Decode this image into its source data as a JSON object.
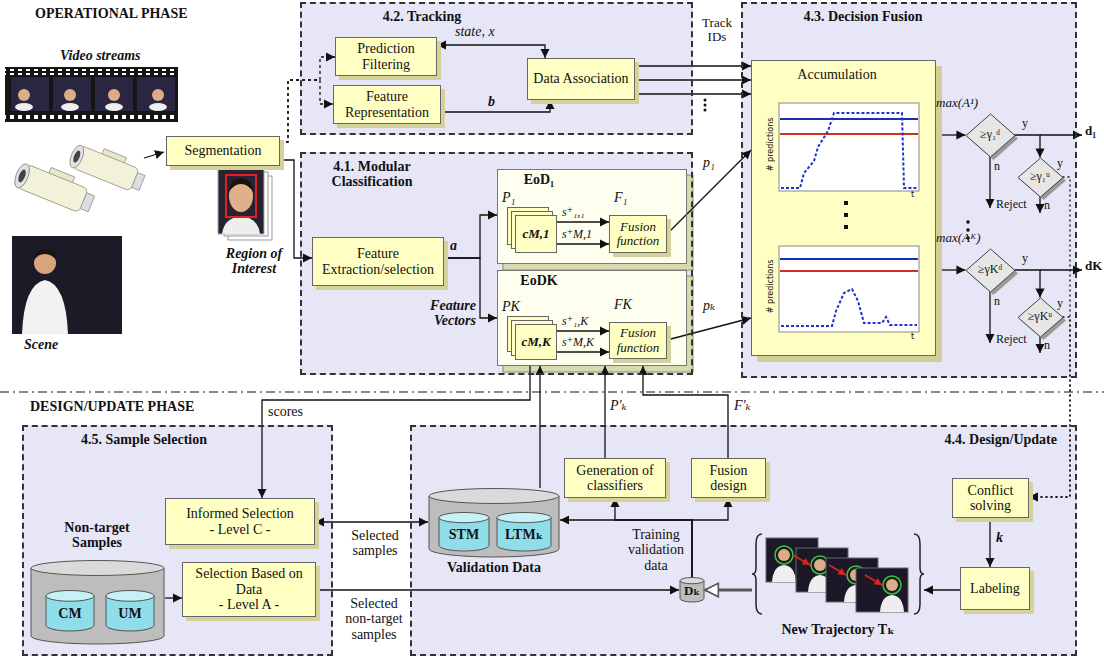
{
  "diagram": {
    "nodes": [
      {
        "text": [
          "Segmentation"
        ]
      },
      {
        "text": [
          "4.2. Tracking"
        ]
      },
      {
        "text": [
          "Prediction Filtering"
        ],
        "in": 1
      },
      {
        "text": [
          "Feature Representation"
        ],
        "in": 1
      },
      {
        "text": [
          "Data Association"
        ],
        "in": 1
      },
      {
        "text": [
          "4.1. Modular Classification"
        ]
      },
      {
        "text": [
          "Feature Extraction/selection"
        ],
        "in": 5
      },
      {
        "text": [
          "EoD₁"
        ],
        "in": 5
      },
      {
        "text": [
          "P₁",
          "cM,1"
        ],
        "in": 7
      },
      {
        "text": [
          "F₁",
          "Fusion function"
        ],
        "in": 7
      },
      {
        "text": [
          "EoDK"
        ],
        "in": 5
      },
      {
        "text": [
          "PK",
          "cM,K"
        ],
        "in": 10
      },
      {
        "text": [
          "FK",
          "Fusion function"
        ],
        "in": 10
      },
      {
        "text": [
          "4.3. Decision Fusion"
        ]
      },
      {
        "text": [
          "Accumulation"
        ],
        "in": 13
      },
      {
        "text": [
          "≥γ₁ᵈ"
        ],
        "in": 13
      },
      {
        "text": [
          "≥γ₁ᵘ"
        ],
        "in": 13
      },
      {
        "text": [
          "≥γKᵈ"
        ],
        "in": 13
      },
      {
        "text": [
          "≥γKᵘ"
        ],
        "in": 13
      },
      {
        "text": [
          "4.5. Sample Selection"
        ]
      },
      {
        "text": [
          "Informed Selection",
          "- Level C -"
        ],
        "in": 19
      },
      {
        "text": [
          "Non-target Samples"
        ],
        "in": 19
      },
      {
        "text": [
          "CM"
        ],
        "in": 21
      },
      {
        "text": [
          "UM"
        ],
        "in": 21
      },
      {
        "text": [
          "Selection Based on Data",
          "- Level A -"
        ],
        "in": 19
      },
      {
        "text": [
          "4.4. Design/Update"
        ]
      },
      {
        "text": [
          "Validation Data"
        ],
        "in": 25
      },
      {
        "text": [
          "STM"
        ],
        "in": 26
      },
      {
        "text": [
          "LTMₖ"
        ],
        "in": 26
      },
      {
        "text": [
          "Generation of classifiers"
        ],
        "in": 25
      },
      {
        "text": [
          "Fusion design"
        ],
        "in": 25
      },
      {
        "text": [
          "Dₖ"
        ],
        "in": 25
      },
      {
        "text": [
          "Conflict solving"
        ],
        "in": 25
      },
      {
        "text": [
          "Labeling"
        ],
        "in": 25
      },
      {
        "text": [
          "New Trajectory Tₖ"
        ],
        "in": 25
      }
    ],
    "edges": [
      {
        "from": 0,
        "to": 2,
        "arrow": "to"
      },
      {
        "from": 0,
        "to": 3,
        "arrow": "to"
      },
      {
        "from": 0,
        "to": 6,
        "arrow": "to"
      },
      {
        "from": 2,
        "to": 4,
        "arrow": "both",
        "label": "state, x"
      },
      {
        "from": 3,
        "to": 4,
        "arrow": "to",
        "label": "b"
      },
      {
        "from": 4,
        "to": 14,
        "arrow": "to",
        "label": "Track IDs"
      },
      {
        "from": 4,
        "to": 14,
        "arrow": "to"
      },
      {
        "from": 4,
        "to": 14,
        "arrow": "to"
      },
      {
        "from": 6,
        "to": 7,
        "arrow": "to",
        "label": "a"
      },
      {
        "from": 6,
        "to": 10,
        "arrow": "to"
      },
      {
        "from": 8,
        "to": 9,
        "arrow": "to",
        "label": "s⁺₁,₁"
      },
      {
        "from": 8,
        "to": 9,
        "arrow": "to",
        "label": "s⁺M,1"
      },
      {
        "from": 11,
        "to": 12,
        "arrow": "to",
        "label": "s⁺₁,K"
      },
      {
        "from": 11,
        "to": 12,
        "arrow": "to",
        "label": "s⁺M,K"
      },
      {
        "from": 9,
        "to": 14,
        "arrow": "to",
        "label": "p₁"
      },
      {
        "from": 12,
        "to": 14,
        "arrow": "to",
        "label": "pₖ"
      },
      {
        "from": 14,
        "to": 15,
        "arrow": "to",
        "label": "max(A¹)"
      },
      {
        "from": 14,
        "to": 17,
        "arrow": "to",
        "label": "max(Aᴷ)"
      },
      {
        "from": 15,
        "to": 16,
        "arrow": "to",
        "label": "y"
      },
      {
        "from": 17,
        "to": 18,
        "arrow": "to",
        "label": "y"
      },
      {
        "from": 16,
        "to": 32,
        "arrow": "to",
        "label": "y"
      },
      {
        "from": 18,
        "to": 32,
        "arrow": "to",
        "label": "y"
      },
      {
        "from": 10,
        "to": 20,
        "arrow": "to",
        "label": "scores"
      },
      {
        "from": 20,
        "to": 26,
        "arrow": "both",
        "label": "Selected samples"
      },
      {
        "from": 21,
        "to": 24,
        "arrow": "to"
      },
      {
        "from": 24,
        "to": 31,
        "arrow": "to",
        "label": "Selected non-target samples"
      },
      {
        "from": 31,
        "to": 26,
        "arrow": "to"
      },
      {
        "from": 31,
        "to": 29,
        "arrow": "to",
        "label": "Training validation data"
      },
      {
        "from": 31,
        "to": 30,
        "arrow": "to"
      },
      {
        "from": 26,
        "to": 10,
        "arrow": "to"
      },
      {
        "from": 29,
        "to": 10,
        "arrow": "to",
        "label": "P'ₖ"
      },
      {
        "from": 30,
        "to": 10,
        "arrow": "to",
        "label": "F'ₖ"
      },
      {
        "from": 32,
        "to": 33,
        "arrow": "to",
        "label": "k"
      },
      {
        "from": 33,
        "to": 34,
        "arrow": "to"
      },
      {
        "from": 34,
        "to": 31,
        "arrow": "to"
      }
    ],
    "labels": [
      "OPERATIONAL PHASE",
      "Video streams",
      "Region of Interest",
      "Scene",
      "Feature Vectors",
      "# predictions",
      "t",
      "# predictions",
      "t",
      "n",
      "Reject",
      "n",
      "d₁",
      "n",
      "Reject",
      "n",
      "dK",
      "DESIGN/UPDATE PHASE"
    ]
  }
}
